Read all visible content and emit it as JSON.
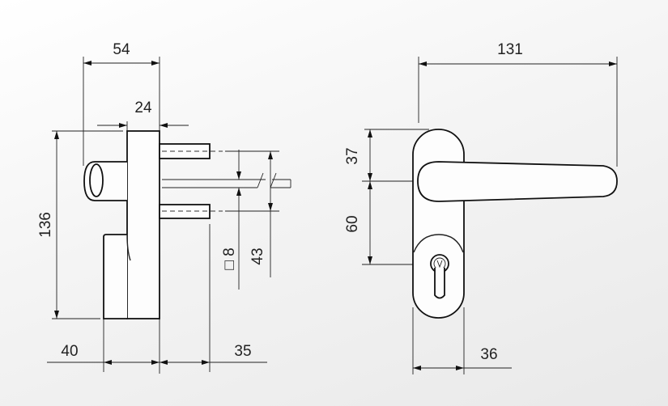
{
  "side_view": {
    "dimensions": {
      "overall_depth": "54",
      "plate_thickness": "24",
      "height": "136",
      "spindle_square": "□ 8",
      "screw_spacing": "43",
      "bottom_left": "40",
      "bottom_right": "35"
    }
  },
  "front_view": {
    "dimensions": {
      "handle_length": "131",
      "top_to_handle": "37",
      "handle_to_cylinder": "60",
      "plate_width": "36"
    }
  }
}
